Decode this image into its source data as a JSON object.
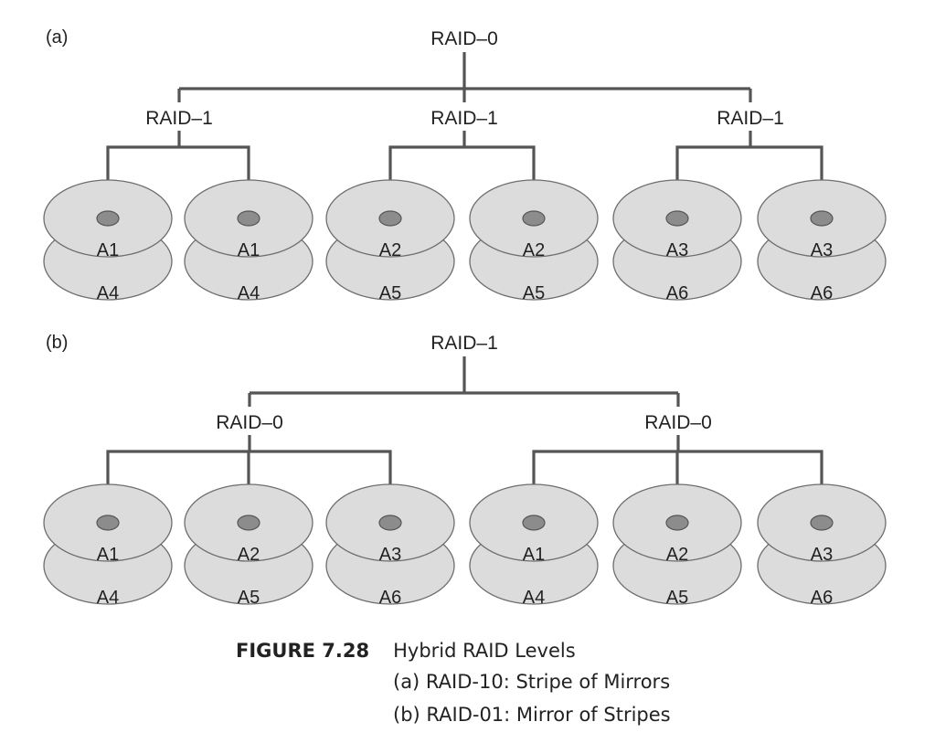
{
  "panel_a": {
    "label": "(a)",
    "root": "RAID–0",
    "groups": [
      {
        "label": "RAID–1",
        "disks": [
          {
            "top": "A1",
            "bottom": "A4"
          },
          {
            "top": "A1",
            "bottom": "A4"
          }
        ]
      },
      {
        "label": "RAID–1",
        "disks": [
          {
            "top": "A2",
            "bottom": "A5"
          },
          {
            "top": "A2",
            "bottom": "A5"
          }
        ]
      },
      {
        "label": "RAID–1",
        "disks": [
          {
            "top": "A3",
            "bottom": "A6"
          },
          {
            "top": "A3",
            "bottom": "A6"
          }
        ]
      }
    ]
  },
  "panel_b": {
    "label": "(b)",
    "root": "RAID–1",
    "groups": [
      {
        "label": "RAID–0",
        "disks": [
          {
            "top": "A1",
            "bottom": "A4"
          },
          {
            "top": "A2",
            "bottom": "A5"
          },
          {
            "top": "A3",
            "bottom": "A6"
          }
        ]
      },
      {
        "label": "RAID–0",
        "disks": [
          {
            "top": "A1",
            "bottom": "A4"
          },
          {
            "top": "A2",
            "bottom": "A5"
          },
          {
            "top": "A3",
            "bottom": "A6"
          }
        ]
      }
    ]
  },
  "caption": {
    "figure_number": "FIGURE 7.28",
    "title": "Hybrid RAID Levels",
    "line_a": "(a)  RAID-10: Stripe of Mirrors",
    "line_b": "(b)  RAID-01: Mirror of Stripes"
  },
  "colors": {
    "disk_fill": "#dcdcdc",
    "disk_stroke": "#6e6e6e",
    "hub_fill": "#8c8c8c",
    "line": "#555555"
  }
}
